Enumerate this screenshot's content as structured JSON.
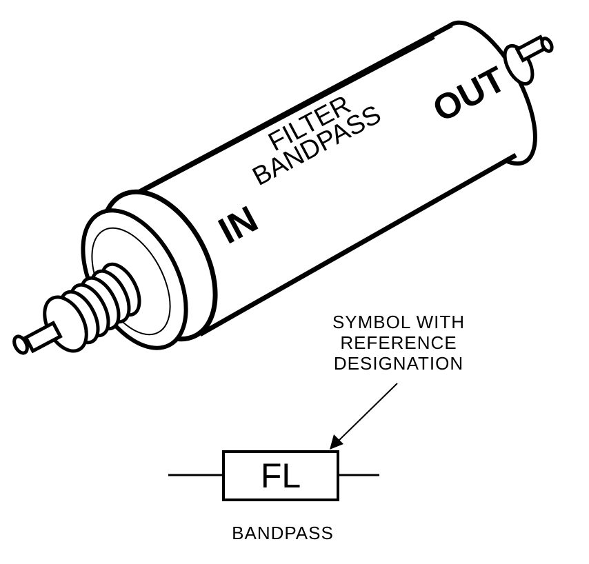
{
  "filter_body": {
    "label_filter": "FILTER",
    "label_bandpass": "BANDPASS",
    "label_in": "IN",
    "label_out": "OUT"
  },
  "callout": {
    "line1": "SYMBOL WITH",
    "line2": "REFERENCE",
    "line3": "DESIGNATION"
  },
  "symbol": {
    "designation": "FL",
    "caption": "BANDPASS"
  }
}
